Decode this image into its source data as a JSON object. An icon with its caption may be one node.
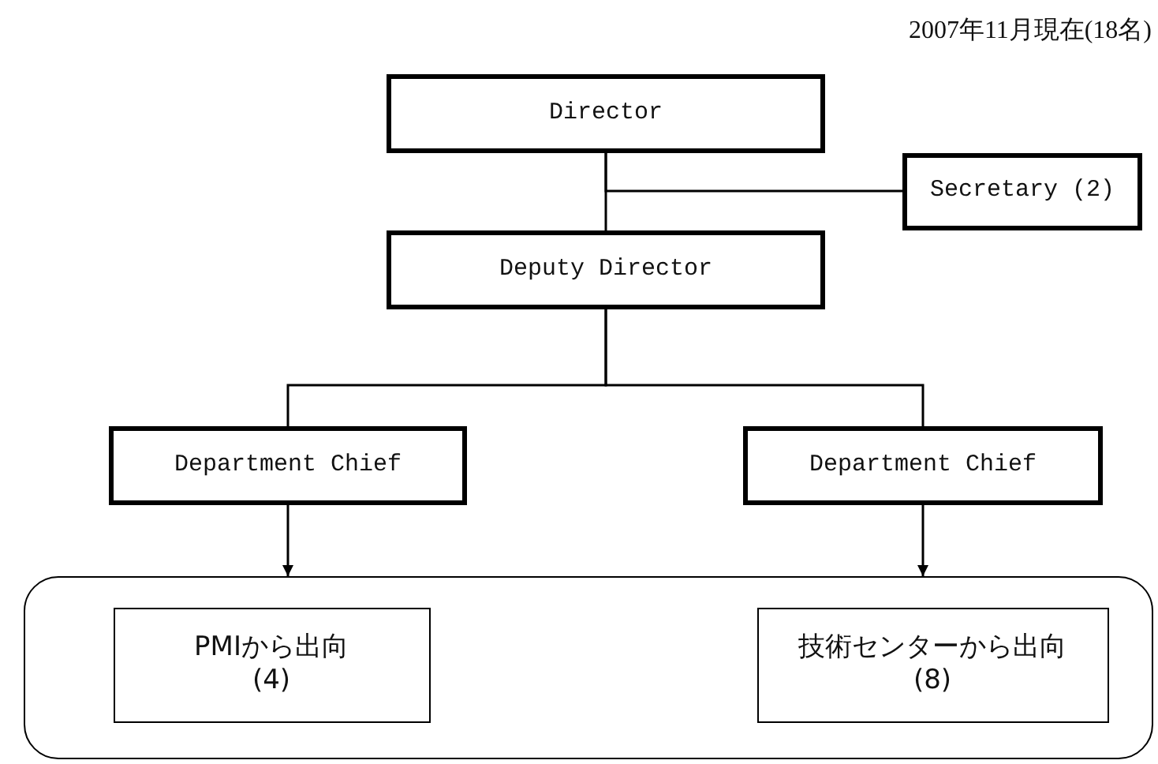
{
  "diagram": {
    "nodes": [
      {
        "text": [
          "Director"
        ]
      },
      {
        "text": [
          "Secretary (2)"
        ]
      },
      {
        "text": [
          "Deputy Director"
        ]
      },
      {
        "text": [
          "Department Chief"
        ]
      },
      {
        "text": [
          "Department Chief"
        ]
      },
      {
        "text": [],
        "shape": "box"
      },
      {
        "text": [
          "PMIから出向",
          "(4)"
        ],
        "in": 5
      },
      {
        "text": [
          "技術センターから出向",
          "(8)"
        ],
        "in": 5
      }
    ],
    "edges": [
      {
        "from": 0,
        "to": 2,
        "arrow": "none"
      },
      {
        "from": 0,
        "to": 1,
        "arrow": "none"
      },
      {
        "from": 2,
        "to": 3,
        "arrow": "none"
      },
      {
        "from": 2,
        "to": 4,
        "arrow": "none"
      },
      {
        "from": 3,
        "to": 5,
        "arrow": "to"
      },
      {
        "from": 4,
        "to": 5,
        "arrow": "to"
      }
    ],
    "labels": [
      "2007年11月現在(18名)"
    ]
  }
}
